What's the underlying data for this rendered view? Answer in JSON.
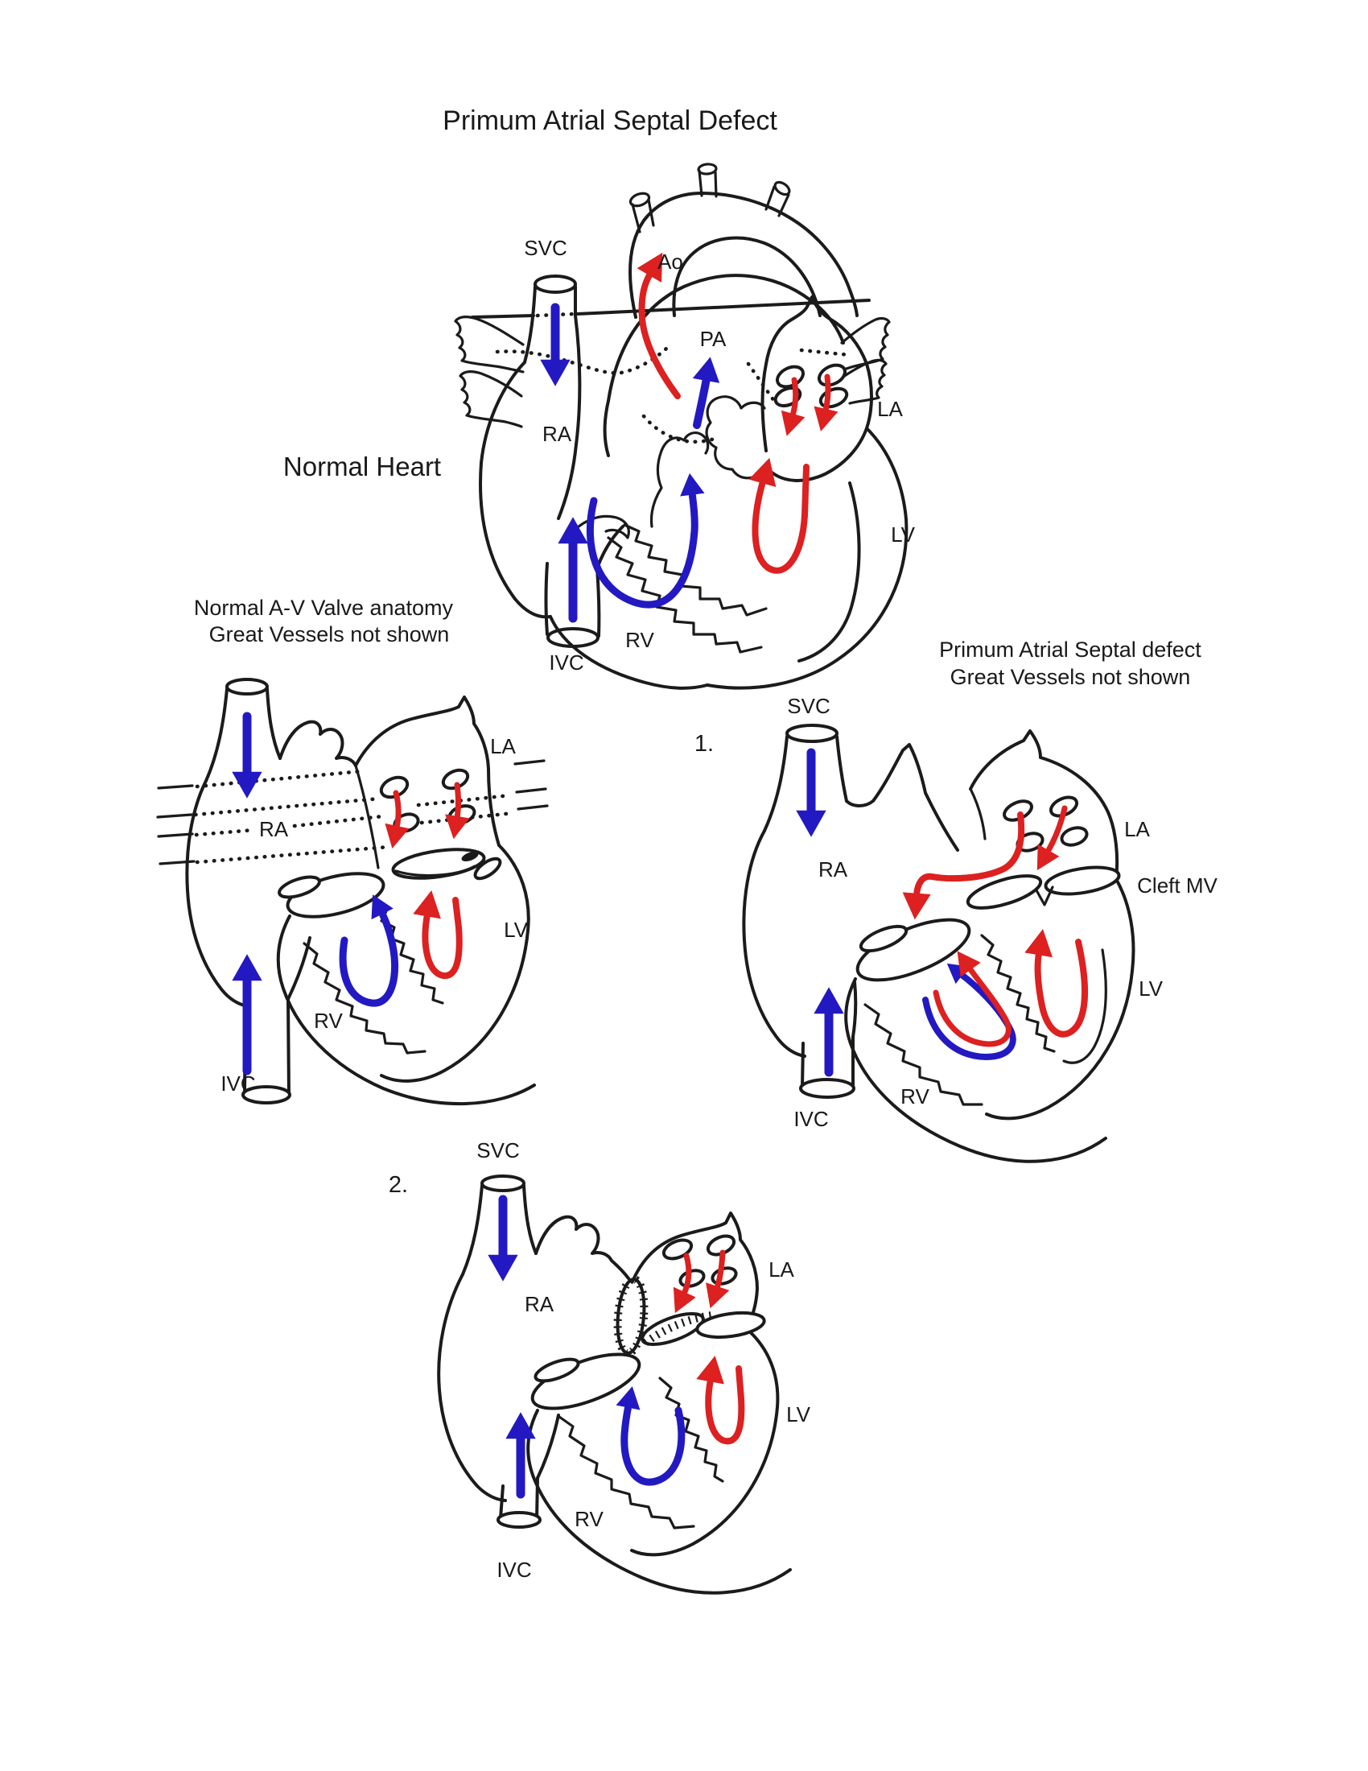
{
  "document": {
    "title": "Primum Atrial Septal Defect"
  },
  "colors": {
    "outline_black": "#1b1b1b",
    "venous_blue": "#2319c2",
    "arterial_red": "#dd2020",
    "background": "#ffffff"
  },
  "figure_normal_heart": {
    "caption": "Normal Heart",
    "labels": {
      "svc": "SVC",
      "ao": "Ao",
      "pa": "PA",
      "ra": "RA",
      "la": "LA",
      "lv": "LV",
      "rv": "RV",
      "ivc": "IVC"
    }
  },
  "figure_av_valve_anatomy": {
    "caption_line1": "Normal A-V Valve anatomy",
    "caption_line2": "Great Vessels not shown",
    "labels": {
      "la": "LA",
      "ra": "RA",
      "lv": "LV",
      "rv": "RV",
      "ivc": "IVC"
    }
  },
  "figure_primum_defect": {
    "caption_line1": "Primum Atrial Septal defect",
    "caption_line2": "Great Vessels not shown",
    "step_number": "1.",
    "labels": {
      "svc": "SVC",
      "ra": "RA",
      "la": "LA",
      "cleft_mv": "Cleft MV",
      "lv": "LV",
      "rv": "RV",
      "ivc": "IVC"
    }
  },
  "figure_repaired": {
    "step_number": "2.",
    "labels": {
      "svc": "SVC",
      "ra": "RA",
      "la": "LA",
      "lv": "LV",
      "rv": "RV",
      "ivc": "IVC"
    }
  }
}
